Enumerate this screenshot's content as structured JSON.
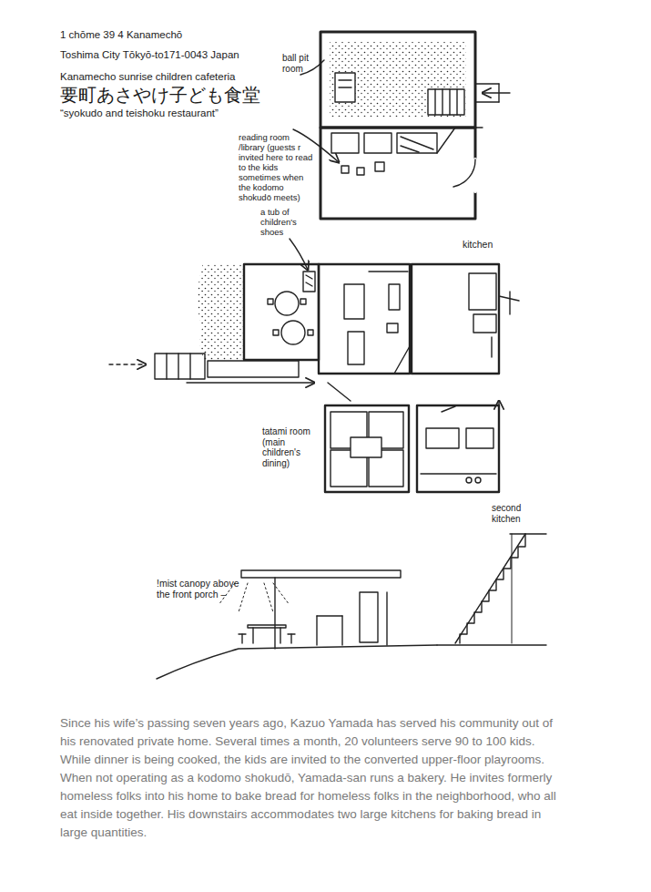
{
  "diagram": {
    "title": "Kanamecho sunrise children cafeteria",
    "caption": "Since his wife’s passing seven years ago, Kazuo Yamada has served his community out of his renovated private home. Several times a month, 20 volunteers serve 90 to 100 kids. While dinner is being cooked, the kids are invited to the converted upper-floor playrooms. When not operating as a kodomo shokudō, Yamada-san runs a bakery. He invites formerly homeless folks into his home to bake bread for homeless folks in the neighborhood, who all eat inside together. His downstairs accommodates two large kitchens for baking bread in large quantities.",
    "labels": [
      "1 chōme 39 4 Kanamechō",
      "Toshima City Tōkyō-to171-0043 Japan",
      "要町あさやけ子ども食堂",
      "“syokudo and teishoku restaurant”",
      "ball pit room",
      "reading room /library (guests r invited here to read to the kids sometimes when the kodomo shokudō meets)",
      "a tub of children's shoes",
      "kitchen",
      "tatami room (main children's dining)",
      "second kitchen",
      "!mist canopy above the front porch –"
    ]
  }
}
